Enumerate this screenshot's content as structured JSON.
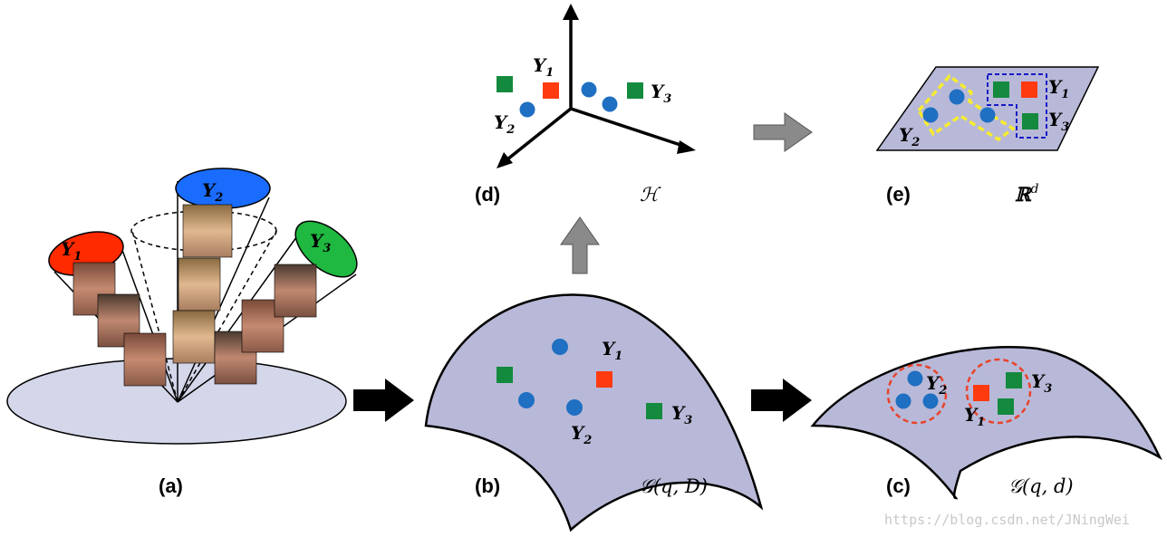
{
  "panels": {
    "a": "(a)",
    "b": "(b)",
    "c": "(c)",
    "d": "(d)",
    "e": "(e)"
  },
  "space_labels": {
    "b": "𝒢(q, D)",
    "c": "𝒢(q, d)",
    "d": "ℋ",
    "e": "ℝ"
  },
  "space_superscript_e": "d",
  "class_labels": {
    "base": "Y",
    "one": "1",
    "two": "2",
    "three": "3"
  },
  "watermark": "https://blog.csdn.net/JNingWei",
  "colors": {
    "y1": "#ff3b0f",
    "y2": "#1f6fc2",
    "y3": "#138a3e",
    "manifold": "#b8b9d8",
    "base_disk": "#d4d6ea",
    "cone_blue": "#1a6cff",
    "cone_red": "#ff2a00",
    "cone_green": "#1fb840",
    "dashed_red": "#e8432a",
    "dashed_yellow": "#f6ec2f",
    "dashed_blue": "#1818c8",
    "grey_arrow": "#8a8a8a"
  }
}
